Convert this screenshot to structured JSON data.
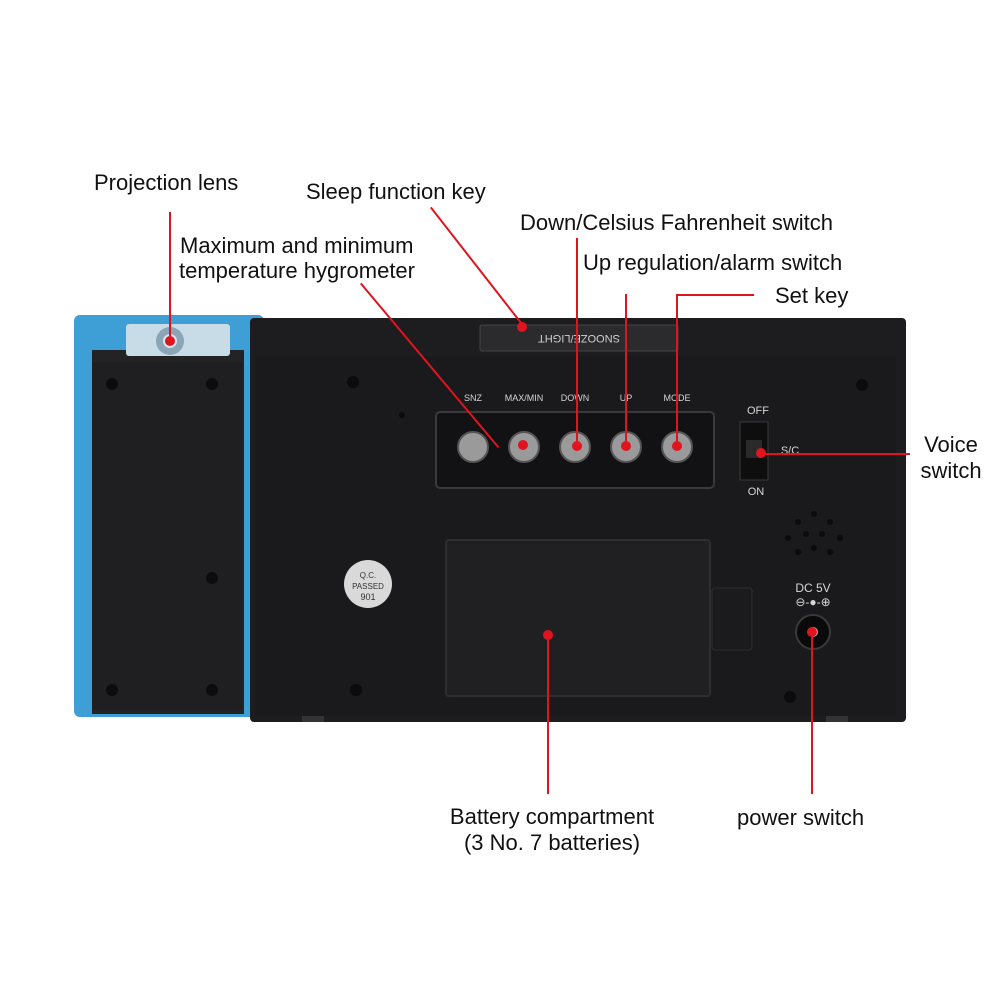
{
  "labels": {
    "projection_lens": "Projection lens",
    "sleep_function_key": "Sleep function key",
    "down_celsius_fahrenheit_switch": "Down/Celsius Fahrenheit switch",
    "max_min_line1": "Maximum and minimum",
    "max_min_line2": "temperature hygrometer",
    "up_regulation_alarm_switch": "Up regulation/alarm switch",
    "set_key": "Set key",
    "voice_switch_line1": "Voice",
    "voice_switch_line2": "switch",
    "battery_line1": "Battery compartment",
    "battery_line2": "(3 No. 7 batteries)",
    "power_switch": "power switch"
  },
  "device": {
    "snooze_bar": "SNOOZE/LIGHT",
    "buttons": [
      "SNZ",
      "MAX/MIN",
      "DOWN",
      "UP",
      "MODE"
    ],
    "slide_switch": {
      "off": "OFF",
      "sc": "S/C",
      "on": "ON"
    },
    "qc_sticker": {
      "line1": "Q.C.",
      "line2": "PASSED",
      "line3": "901"
    },
    "dc_label": "DC 5V"
  },
  "colors": {
    "accent_red": "#e0141e",
    "housing_black": "#1d1d1f",
    "projector_blue": "#3d9fd6",
    "button_grey": "#9a9a9a"
  }
}
